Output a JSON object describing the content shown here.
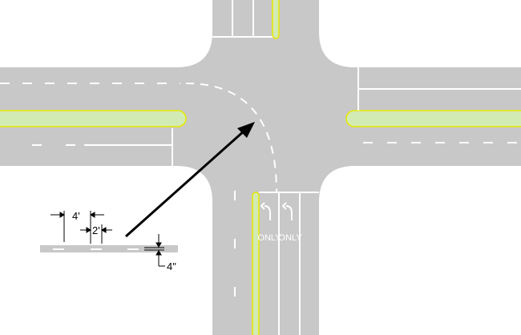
{
  "labels": {
    "lane_word_1": "ONLY",
    "lane_word_2": "ONLY",
    "dim_dash": "4'",
    "dim_gap": "2'",
    "dim_width": "4\""
  },
  "colors": {
    "pavement": "#c8c8c8",
    "median_fill": "#d2ebb4",
    "median_edge": "#e8e800",
    "marking": "#ffffff",
    "arrow": "#000000"
  }
}
